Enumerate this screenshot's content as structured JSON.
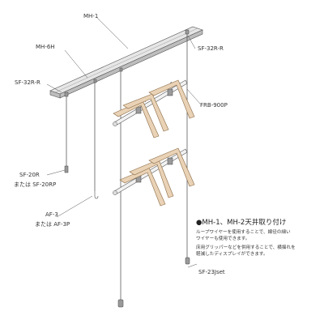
{
  "labels": {
    "mh1": "MH-1",
    "mh6h": "MH-6H",
    "sf32r_top": "SF-32R-R",
    "sf32r_left": "SF-32R-R",
    "frb900p": "FRB-900P",
    "sf20r_line1": "SF-20R",
    "sf20r_line2": "または SF-20RP",
    "af3_line1": "AF-3",
    "af3_line2": "または AF-3P",
    "sf23jset": "SF-23Jset"
  },
  "notes": {
    "title": "●MH-1、MH-2天井取り付け",
    "p1_line1": "ループワイヤーを使用することで、線径の細い",
    "p1_line2": "ワイヤーも使用できます。",
    "p2_line1": "床用グリッパーなどを併用することで、横揺れを",
    "p2_line2": "軽減したディスプレイができます。"
  }
}
